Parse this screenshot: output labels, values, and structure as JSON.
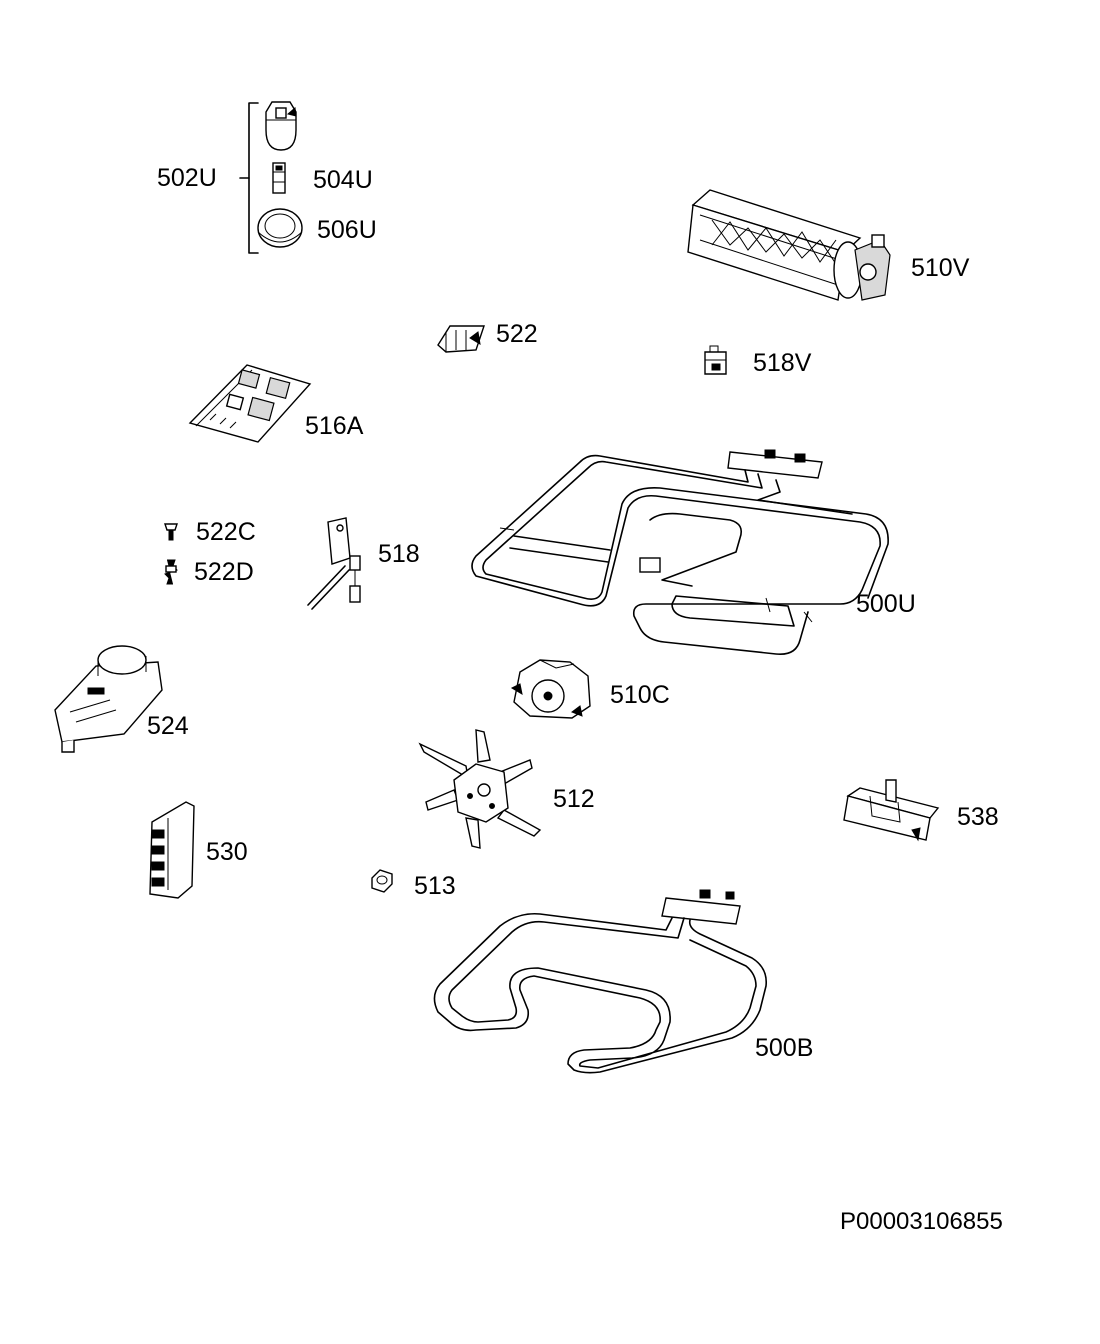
{
  "parts": [
    {
      "id": "p502U",
      "label": "502U"
    },
    {
      "id": "p504U",
      "label": "504U"
    },
    {
      "id": "p506U",
      "label": "506U"
    },
    {
      "id": "p510V",
      "label": "510V"
    },
    {
      "id": "p522",
      "label": "522"
    },
    {
      "id": "p518V",
      "label": "518V"
    },
    {
      "id": "p516A",
      "label": "516A"
    },
    {
      "id": "p522C",
      "label": "522C"
    },
    {
      "id": "p522D",
      "label": "522D"
    },
    {
      "id": "p518",
      "label": "518"
    },
    {
      "id": "p500U",
      "label": "500U"
    },
    {
      "id": "p510C",
      "label": "510C"
    },
    {
      "id": "p524",
      "label": "524"
    },
    {
      "id": "p512",
      "label": "512"
    },
    {
      "id": "p538",
      "label": "538"
    },
    {
      "id": "p530",
      "label": "530"
    },
    {
      "id": "p513",
      "label": "513"
    },
    {
      "id": "p500B",
      "label": "500B"
    }
  ],
  "document_code": "P00003106855"
}
